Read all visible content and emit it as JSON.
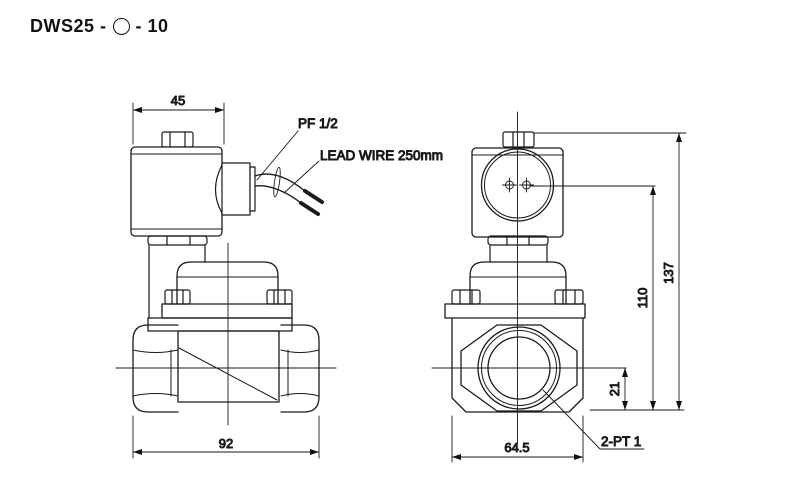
{
  "title": {
    "prefix": "DWS25 -",
    "suffix": "- 10",
    "full": "DWS25 - ○ - 10"
  },
  "drawing": {
    "side_view": {
      "width_top": "45",
      "width_bottom": "92",
      "callout_conduit": "PF 1/2",
      "callout_lead_wire": "LEAD WIRE 250mm"
    },
    "front_view": {
      "height_total": "137",
      "height_to_screw": "110",
      "center_to_bottom": "21",
      "width_bottom": "64.5",
      "callout_ports": "2-PT 1"
    }
  },
  "colors": {
    "line": "#1a1a1a",
    "background": "#ffffff"
  }
}
